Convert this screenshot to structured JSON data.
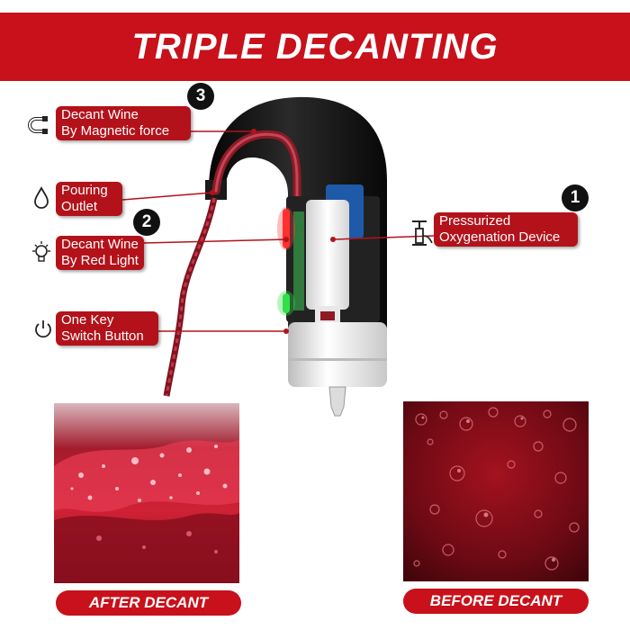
{
  "banner": {
    "title": "TRIPLE DECANTING"
  },
  "callouts": {
    "magnetic": {
      "number": "3",
      "line1": "Decant Wine",
      "line2": "By Magnetic force",
      "icon": "magnet-icon"
    },
    "pouring": {
      "line1": "Pouring",
      "line2": "Outlet",
      "icon": "droplet-icon"
    },
    "red_light": {
      "number": "2",
      "line1": "Decant Wine",
      "line2": "By Red Light",
      "icon": "lightbulb-icon"
    },
    "switch": {
      "line1": "One Key",
      "line2": "Switch Button",
      "icon": "power-icon"
    },
    "oxygenation": {
      "number": "1",
      "line1": "Pressurized",
      "line2": "Oxygenation Device",
      "icon": "pump-icon"
    }
  },
  "photos": {
    "after_label": "AFTER DECANT",
    "before_label": "BEFORE DECANT"
  },
  "colors": {
    "brand_red": "#c8111a",
    "label_red": "#b3121a",
    "device_black": "#111111"
  }
}
